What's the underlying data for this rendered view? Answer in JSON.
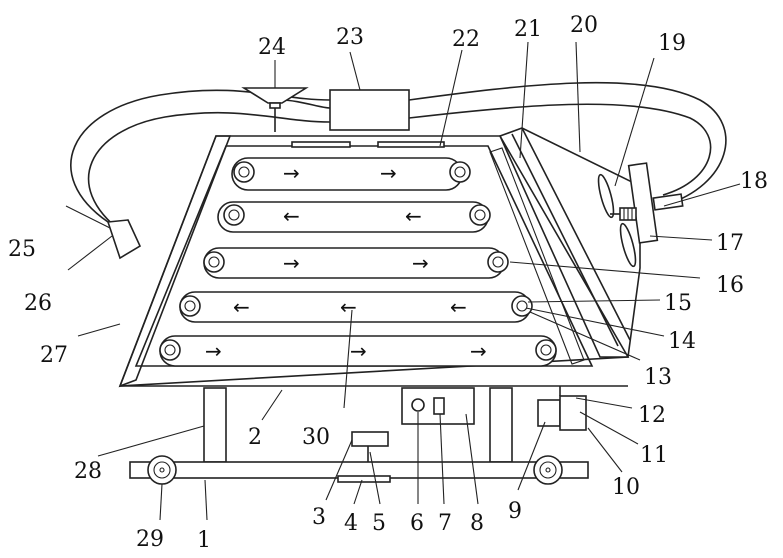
{
  "labels": [
    {
      "id": "1",
      "text": "1"
    },
    {
      "id": "2",
      "text": "2"
    },
    {
      "id": "3",
      "text": "3"
    },
    {
      "id": "4",
      "text": "4"
    },
    {
      "id": "5",
      "text": "5"
    },
    {
      "id": "6",
      "text": "6"
    },
    {
      "id": "7",
      "text": "7"
    },
    {
      "id": "8",
      "text": "8"
    },
    {
      "id": "9",
      "text": "9"
    },
    {
      "id": "10",
      "text": "10"
    },
    {
      "id": "11",
      "text": "11"
    },
    {
      "id": "12",
      "text": "12"
    },
    {
      "id": "13",
      "text": "13"
    },
    {
      "id": "14",
      "text": "14"
    },
    {
      "id": "15",
      "text": "15"
    },
    {
      "id": "16",
      "text": "16"
    },
    {
      "id": "17",
      "text": "17"
    },
    {
      "id": "18",
      "text": "18"
    },
    {
      "id": "19",
      "text": "19"
    },
    {
      "id": "20",
      "text": "20"
    },
    {
      "id": "21",
      "text": "21"
    },
    {
      "id": "22",
      "text": "22"
    },
    {
      "id": "23",
      "text": "23"
    },
    {
      "id": "24",
      "text": "24"
    },
    {
      "id": "25",
      "text": "25"
    },
    {
      "id": "26",
      "text": "26"
    },
    {
      "id": "27",
      "text": "27"
    },
    {
      "id": "28",
      "text": "28"
    },
    {
      "id": "29",
      "text": "29"
    },
    {
      "id": "30",
      "text": "30"
    }
  ],
  "arrows": {
    "right": "→",
    "left": "←"
  }
}
